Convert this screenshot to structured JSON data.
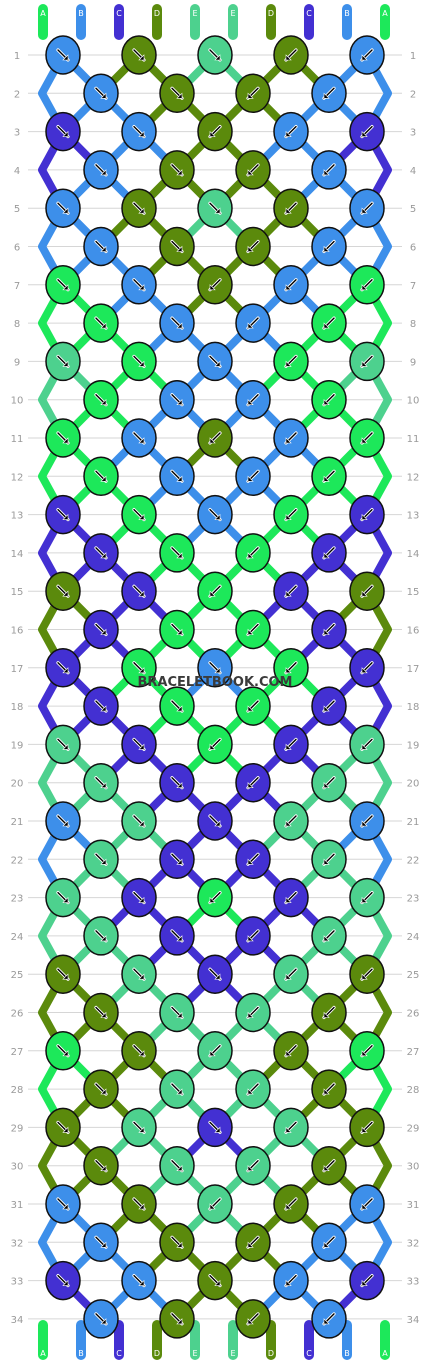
{
  "strings": [
    "A",
    "B",
    "C",
    "D",
    "E",
    "E",
    "D",
    "C",
    "B",
    "A"
  ],
  "colors": {
    "A": "#1de85a",
    "B": "#3d8fea",
    "C": "#4330d2",
    "D": "#5b8a0c",
    "E": "#4dd18e"
  },
  "rows": [
    "1",
    "2",
    "3",
    "4",
    "5",
    "6",
    "7",
    "8",
    "9",
    "10",
    "11",
    "12",
    "13",
    "14",
    "15",
    "16",
    "17",
    "18",
    "19",
    "20",
    "21",
    "22",
    "23",
    "24",
    "25",
    "26",
    "27",
    "28",
    "29",
    "30",
    "31",
    "32",
    "33",
    "34"
  ],
  "watermark": "BRACELETBOOK.COM",
  "knots": [
    [
      "B",
      "D",
      "E",
      "D",
      "B"
    ],
    [
      "B",
      "D",
      "D",
      "B"
    ],
    [
      "C",
      "B",
      "D",
      "B",
      "C"
    ],
    [
      "B",
      "D",
      "D",
      "B"
    ],
    [
      "B",
      "D",
      "E",
      "D",
      "B"
    ],
    [
      "B",
      "D",
      "D",
      "B"
    ],
    [
      "A",
      "B",
      "D",
      "B",
      "A"
    ],
    [
      "A",
      "B",
      "B",
      "A"
    ],
    [
      "E",
      "A",
      "B",
      "A",
      "E"
    ],
    [
      "A",
      "B",
      "B",
      "A"
    ],
    [
      "A",
      "B",
      "D",
      "B",
      "A"
    ],
    [
      "A",
      "B",
      "B",
      "A"
    ],
    [
      "C",
      "A",
      "B",
      "A",
      "C"
    ],
    [
      "C",
      "A",
      "A",
      "C"
    ],
    [
      "D",
      "C",
      "A",
      "C",
      "D"
    ],
    [
      "C",
      "A",
      "A",
      "C"
    ],
    [
      "C",
      "A",
      "B",
      "A",
      "C"
    ],
    [
      "C",
      "A",
      "A",
      "C"
    ],
    [
      "E",
      "C",
      "A",
      "C",
      "E"
    ],
    [
      "E",
      "C",
      "C",
      "E"
    ],
    [
      "B",
      "E",
      "C",
      "E",
      "B"
    ],
    [
      "E",
      "C",
      "C",
      "E"
    ],
    [
      "E",
      "C",
      "A",
      "C",
      "E"
    ],
    [
      "E",
      "C",
      "C",
      "E"
    ],
    [
      "D",
      "E",
      "C",
      "E",
      "D"
    ],
    [
      "D",
      "E",
      "E",
      "D"
    ],
    [
      "A",
      "D",
      "E",
      "D",
      "A"
    ],
    [
      "D",
      "E",
      "E",
      "D"
    ],
    [
      "D",
      "E",
      "C",
      "E",
      "D"
    ],
    [
      "D",
      "E",
      "E",
      "D"
    ],
    [
      "B",
      "D",
      "E",
      "D",
      "B"
    ],
    [
      "B",
      "D",
      "D",
      "B"
    ],
    [
      "C",
      "B",
      "D",
      "B",
      "C"
    ],
    [
      "B",
      "D",
      "D",
      "B"
    ]
  ]
}
